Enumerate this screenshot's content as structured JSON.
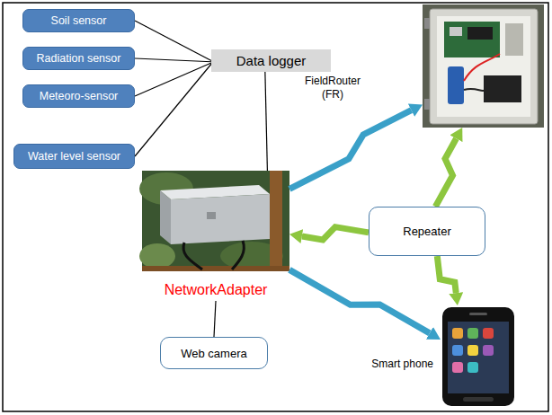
{
  "diagram": {
    "nodes": [
      {
        "text": [
          "Soil sensor"
        ]
      },
      {
        "text": [
          "Radiation sensor"
        ]
      },
      {
        "text": [
          "Meteoro-sensor"
        ]
      },
      {
        "text": [
          "Water level sensor"
        ]
      },
      {
        "text": [
          "Data logger"
        ]
      },
      {
        "text": [
          "FieldRouter (FR)"
        ]
      },
      {
        "text": [
          "NetworkAdapter"
        ]
      },
      {
        "text": [
          "Repeater"
        ]
      },
      {
        "text": [
          "Web camera"
        ]
      },
      {
        "text": [
          "Smart phone"
        ]
      }
    ],
    "edges": [
      {
        "from": 0,
        "to": 4,
        "arrow": "none"
      },
      {
        "from": 1,
        "to": 4,
        "arrow": "none"
      },
      {
        "from": 2,
        "to": 4,
        "arrow": "none"
      },
      {
        "from": 3,
        "to": 4,
        "arrow": "none"
      },
      {
        "from": 4,
        "to": 6,
        "arrow": "none"
      },
      {
        "from": 6,
        "to": 5,
        "arrow": "to"
      },
      {
        "from": 7,
        "to": 6,
        "arrow": "to"
      },
      {
        "from": 7,
        "to": 5,
        "arrow": "to"
      },
      {
        "from": 7,
        "to": 9,
        "arrow": "to"
      },
      {
        "from": 6,
        "to": 9,
        "arrow": "to"
      },
      {
        "from": 6,
        "to": 8,
        "arrow": "none"
      }
    ]
  }
}
